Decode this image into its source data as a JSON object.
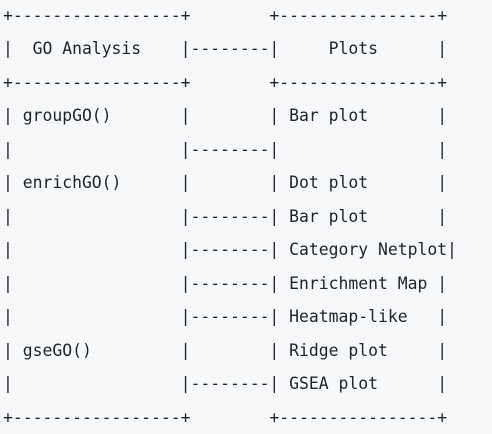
{
  "diagram_lines": [
    "+-----------------+        +----------------+",
    "|  GO Analysis    |--------|     Plots      |",
    "+-----------------+        +----------------+",
    "| groupGO()       |        | Bar plot       |",
    "|                 |--------|                |",
    "| enrichGO()      |        | Dot plot       |",
    "|                 |--------| Bar plot       |",
    "|                 |--------| Category Netplot|",
    "|                 |--------| Enrichment Map |",
    "|                 |--------| Heatmap-like   |",
    "| gseGO()         |        | Ridge plot     |",
    "|                 |--------| GSEA plot      |",
    "+-----------------+        +----------------+"
  ]
}
